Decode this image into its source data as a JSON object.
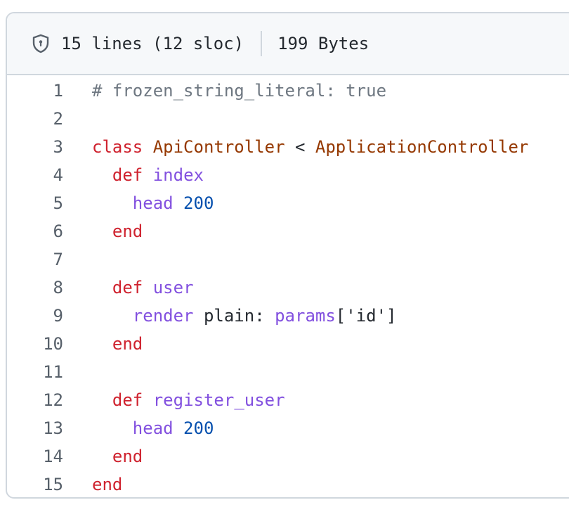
{
  "file_header": {
    "lines_info": "15 lines (12 sloc)",
    "size_info": "199 Bytes",
    "icon": "shield-icon"
  },
  "code": {
    "colors": {
      "comment": "#6e7781",
      "keyword": "#cf222e",
      "class_name": "#953800",
      "method": "#8250df",
      "number": "#0550ae",
      "plain": "#24292f"
    },
    "lines": [
      {
        "num": "1",
        "tokens": [
          {
            "t": "# frozen_string_literal: true",
            "c": "comment"
          }
        ]
      },
      {
        "num": "2",
        "tokens": []
      },
      {
        "num": "3",
        "tokens": [
          {
            "t": "class",
            "c": "kw"
          },
          {
            "t": " ",
            "c": "plain"
          },
          {
            "t": "ApiController",
            "c": "class"
          },
          {
            "t": " < ",
            "c": "plain"
          },
          {
            "t": "ApplicationController",
            "c": "class"
          }
        ]
      },
      {
        "num": "4",
        "tokens": [
          {
            "t": "  ",
            "c": "plain"
          },
          {
            "t": "def",
            "c": "kw"
          },
          {
            "t": " ",
            "c": "plain"
          },
          {
            "t": "index",
            "c": "fn"
          }
        ]
      },
      {
        "num": "5",
        "tokens": [
          {
            "t": "    ",
            "c": "plain"
          },
          {
            "t": "head",
            "c": "fn"
          },
          {
            "t": " ",
            "c": "plain"
          },
          {
            "t": "200",
            "c": "num"
          }
        ]
      },
      {
        "num": "6",
        "tokens": [
          {
            "t": "  ",
            "c": "plain"
          },
          {
            "t": "end",
            "c": "kw"
          }
        ]
      },
      {
        "num": "7",
        "tokens": []
      },
      {
        "num": "8",
        "tokens": [
          {
            "t": "  ",
            "c": "plain"
          },
          {
            "t": "def",
            "c": "kw"
          },
          {
            "t": " ",
            "c": "plain"
          },
          {
            "t": "user",
            "c": "fn"
          }
        ]
      },
      {
        "num": "9",
        "tokens": [
          {
            "t": "    ",
            "c": "plain"
          },
          {
            "t": "render",
            "c": "fn"
          },
          {
            "t": " plain: ",
            "c": "plain"
          },
          {
            "t": "params",
            "c": "fn"
          },
          {
            "t": "['id']",
            "c": "plain"
          }
        ]
      },
      {
        "num": "10",
        "tokens": [
          {
            "t": "  ",
            "c": "plain"
          },
          {
            "t": "end",
            "c": "kw"
          }
        ]
      },
      {
        "num": "11",
        "tokens": []
      },
      {
        "num": "12",
        "tokens": [
          {
            "t": "  ",
            "c": "plain"
          },
          {
            "t": "def",
            "c": "kw"
          },
          {
            "t": " ",
            "c": "plain"
          },
          {
            "t": "register_user",
            "c": "fn"
          }
        ]
      },
      {
        "num": "13",
        "tokens": [
          {
            "t": "    ",
            "c": "plain"
          },
          {
            "t": "head",
            "c": "fn"
          },
          {
            "t": " ",
            "c": "plain"
          },
          {
            "t": "200",
            "c": "num"
          }
        ]
      },
      {
        "num": "14",
        "tokens": [
          {
            "t": "  ",
            "c": "plain"
          },
          {
            "t": "end",
            "c": "kw"
          }
        ]
      },
      {
        "num": "15",
        "tokens": [
          {
            "t": "end",
            "c": "kw"
          }
        ]
      }
    ]
  }
}
